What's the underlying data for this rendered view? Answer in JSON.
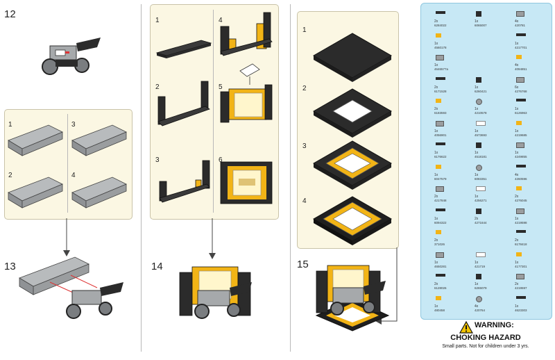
{
  "steps": {
    "s12": "12",
    "s13": "13",
    "s14": "14",
    "s15": "15",
    "sub_a": [
      "1",
      "2",
      "3",
      "4"
    ],
    "sub_b": [
      "1",
      "2",
      "3",
      "4",
      "5",
      "6"
    ],
    "sub_c": [
      "1",
      "2",
      "3",
      "4"
    ]
  },
  "warning": {
    "title": "WARNING:",
    "subtitle": "CHOKING HAZARD",
    "note": "Small parts. Not for children under 3 yrs."
  },
  "colors": {
    "panel": "#fbf7e3",
    "parts_bg": "#c7e8f5",
    "brick_gray": "#9a9d9f",
    "brick_dark": "#2b2b2b",
    "brick_yellow": "#f2b416"
  },
  "parts": [
    {
      "q": "2x",
      "id": "6284022"
    },
    {
      "q": "1x",
      "id": "6065007"
    },
    {
      "q": "4x",
      "id": "420781"
    },
    {
      "q": "1x",
      "id": "4560178"
    },
    {
      "q": "",
      "id": ""
    },
    {
      "q": "1x",
      "id": "4217701"
    },
    {
      "q": "1x",
      "id": "4646577a"
    },
    {
      "q": "",
      "id": ""
    },
    {
      "q": "4x",
      "id": "4094851"
    },
    {
      "q": "2x",
      "id": "6171528"
    },
    {
      "q": "1x",
      "id": "6260421"
    },
    {
      "q": "6x",
      "id": "4276768"
    },
    {
      "q": "2x",
      "id": "6183593"
    },
    {
      "q": "1x",
      "id": "4210578"
    },
    {
      "q": "1x",
      "id": "6126963"
    },
    {
      "q": "1x",
      "id": "4056901"
    },
    {
      "q": "1x",
      "id": "4573693"
    },
    {
      "q": "1x",
      "id": "4219685"
    },
    {
      "q": "1x",
      "id": "6176622"
    },
    {
      "q": "1x",
      "id": "4518181"
    },
    {
      "q": "1x",
      "id": "4249855"
    },
    {
      "q": "1x",
      "id": "6047579"
    },
    {
      "q": "1x",
      "id": "6083351"
    },
    {
      "q": "4x",
      "id": "4260596"
    },
    {
      "q": "2x",
      "id": "4217848"
    },
    {
      "q": "1x",
      "id": "4256271"
    },
    {
      "q": "2x",
      "id": "4276045"
    },
    {
      "q": "1x",
      "id": "6094322"
    },
    {
      "q": "2x",
      "id": "4271644"
    },
    {
      "q": "1x",
      "id": "4219598"
    },
    {
      "q": "2x",
      "id": "371026"
    },
    {
      "q": "",
      "id": ""
    },
    {
      "q": "2x",
      "id": "6178418"
    },
    {
      "q": "1x",
      "id": "4650281"
    },
    {
      "q": "1x",
      "id": "421719"
    },
    {
      "q": "1x",
      "id": "4177301"
    },
    {
      "q": "2x",
      "id": "6128026"
    },
    {
      "q": "1x",
      "id": "6265079"
    },
    {
      "q": "2x",
      "id": "4219597"
    },
    {
      "q": "1x",
      "id": "480458"
    },
    {
      "q": "4x",
      "id": "420764"
    },
    {
      "q": "1x",
      "id": "4623303"
    }
  ]
}
